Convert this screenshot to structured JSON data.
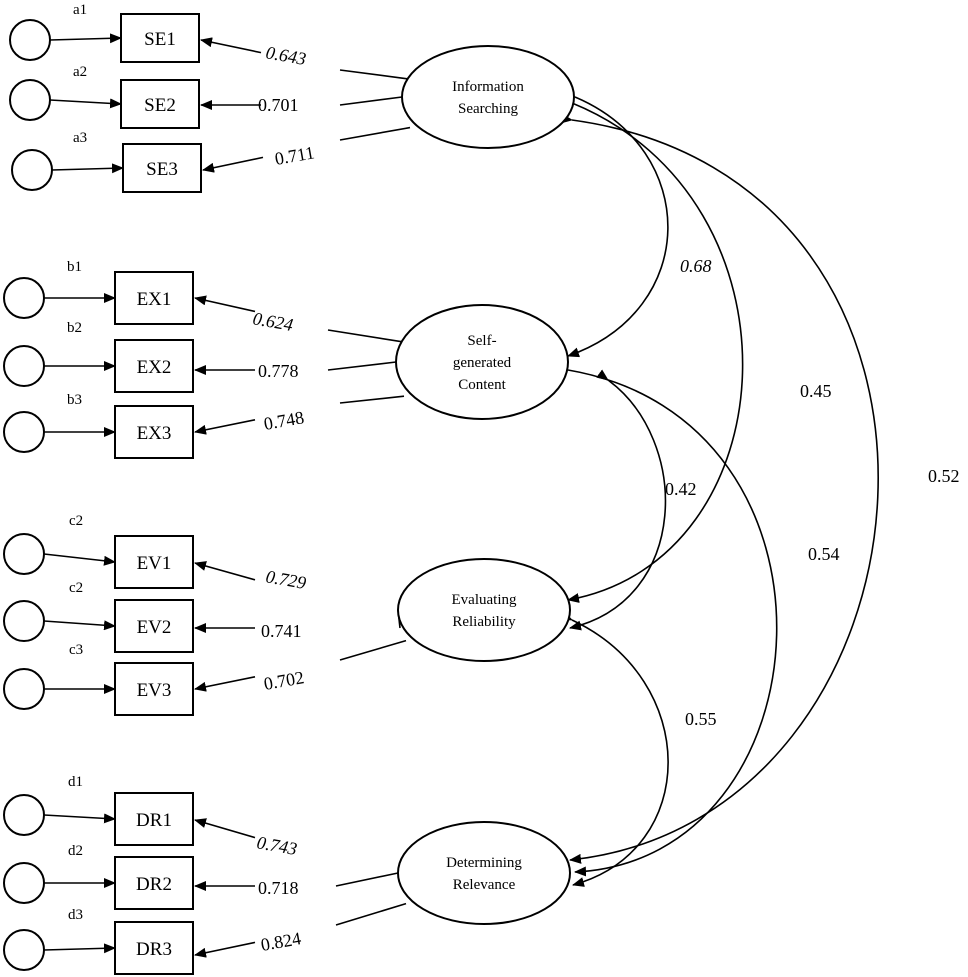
{
  "factors": [
    {
      "id": "IS",
      "label_lines": [
        "Information",
        "Searching"
      ],
      "indicators": [
        {
          "error": "a1",
          "name": "SE1",
          "loading": "0.643",
          "italic": true
        },
        {
          "error": "a2",
          "name": "SE2",
          "loading": "0.701",
          "italic": false
        },
        {
          "error": "a3",
          "name": "SE3",
          "loading": "0.711",
          "italic": false
        }
      ]
    },
    {
      "id": "SC",
      "label_lines": [
        "Self-",
        "generated",
        "Content"
      ],
      "indicators": [
        {
          "error": "b1",
          "name": "EX1",
          "loading": "0.624",
          "italic": true
        },
        {
          "error": "b2",
          "name": "EX2",
          "loading": "0.778",
          "italic": false
        },
        {
          "error": "b3",
          "name": "EX3",
          "loading": "0.748",
          "italic": false
        }
      ]
    },
    {
      "id": "ER",
      "label_lines": [
        "Evaluating",
        "Reliability"
      ],
      "indicators": [
        {
          "error": "c2",
          "name": "EV1",
          "loading": "0.729",
          "italic": true
        },
        {
          "error": "c2",
          "name": "EV2",
          "loading": "0.741",
          "italic": false
        },
        {
          "error": "c3",
          "name": "EV3",
          "loading": "0.702",
          "italic": false
        }
      ]
    },
    {
      "id": "DR",
      "label_lines": [
        "Determining",
        "Relevance"
      ],
      "indicators": [
        {
          "error": "d1",
          "name": "DR1",
          "loading": "0.743",
          "italic": true
        },
        {
          "error": "d2",
          "name": "DR2",
          "loading": "0.718",
          "italic": false
        },
        {
          "error": "d3",
          "name": "DR3",
          "loading": "0.824",
          "italic": false
        }
      ]
    }
  ],
  "correlations": [
    {
      "from": "IS",
      "to": "SC",
      "value": "0.68",
      "italic": true
    },
    {
      "from": "IS",
      "to": "ER",
      "value": "0.45",
      "italic": false
    },
    {
      "from": "IS",
      "to": "DR",
      "value": "0.52",
      "italic": false
    },
    {
      "from": "SC",
      "to": "ER",
      "value": "0.42",
      "italic": false
    },
    {
      "from": "SC",
      "to": "DR",
      "value": "0.54",
      "italic": false
    },
    {
      "from": "ER",
      "to": "DR",
      "value": "0.55",
      "italic": false
    }
  ]
}
